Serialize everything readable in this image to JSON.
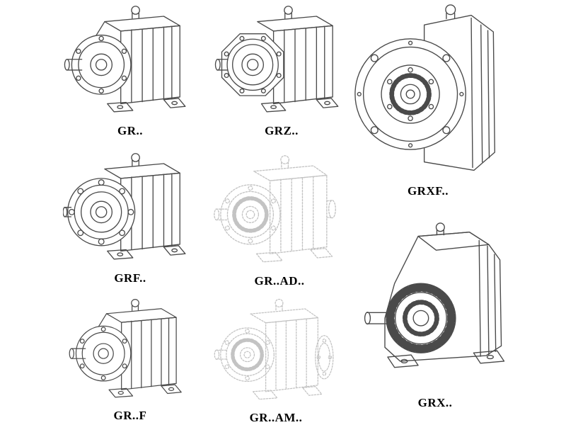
{
  "page": {
    "background": "#ffffff"
  },
  "colors": {
    "line": "#4a4a4a",
    "faint": "#c3c3c3",
    "label": "#000000"
  },
  "items": [
    {
      "id": "gr",
      "label": "GR..",
      "drawing": "foot-mounted-helical-gearbox"
    },
    {
      "id": "grz",
      "label": "GRZ..",
      "drawing": "octagonal-front-helical-gearbox"
    },
    {
      "id": "grxf",
      "label": "GRXF..",
      "drawing": "large-flange-mounted-gearbox"
    },
    {
      "id": "grf",
      "label": "GRF..",
      "drawing": "flange-mounted-helical-gearbox"
    },
    {
      "id": "gr-ad",
      "label": "GR..AD..",
      "drawing": "phantom-gearbox-with-input-adapter"
    },
    {
      "id": "grx",
      "label": "GRX..",
      "drawing": "large-foot-mounted-gearbox"
    },
    {
      "id": "gr-f",
      "label": "GR..F",
      "drawing": "foot-mounted-helical-gearbox"
    },
    {
      "id": "gr-am",
      "label": "GR..AM..",
      "drawing": "phantom-gearbox-with-motor-flange"
    }
  ]
}
